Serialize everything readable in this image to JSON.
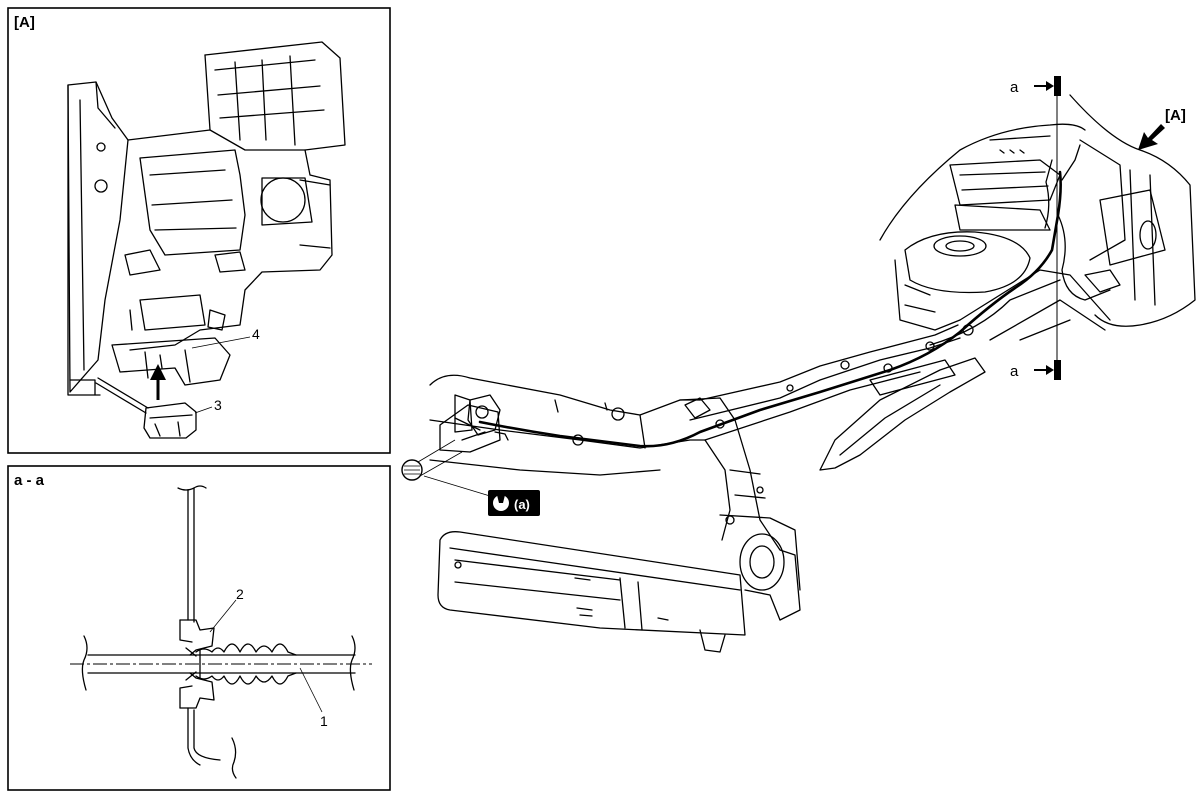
{
  "panels": {
    "detail_a": {
      "title": "[A]"
    },
    "section": {
      "title": "a - a"
    }
  },
  "callouts": {
    "item_1": "1",
    "item_2": "2",
    "item_3": "3",
    "item_4": "4"
  },
  "main_view": {
    "view_marker": "[A]",
    "section_mark_top": "a",
    "section_mark_bottom": "a",
    "torque_label": "(a)"
  },
  "icons": {
    "torque": "wrench-icon",
    "bolt": "bolt-icon",
    "view_arrow": "view-direction-arrow-icon"
  }
}
